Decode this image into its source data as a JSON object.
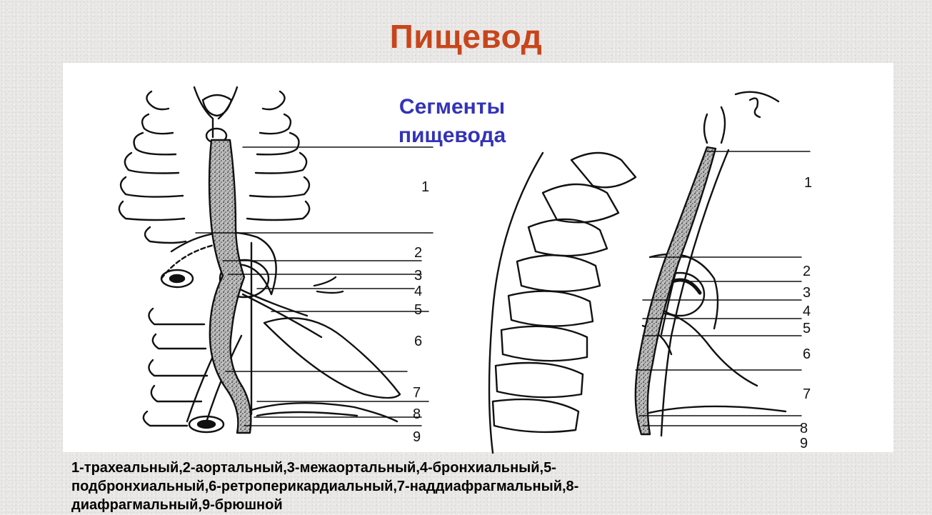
{
  "title": "Пищевод",
  "subtitle": [
    "Сегменты",
    "пищевода"
  ],
  "left_labels": [
    "1",
    "2",
    "3",
    "4",
    "5",
    "6",
    "7",
    "8",
    "9"
  ],
  "right_labels": [
    "1",
    "2",
    "3",
    "4",
    "5",
    "6",
    "7",
    "8",
    "9"
  ],
  "caption": [
    "1-трахеальный,2-аортальный,3-межаортальный,4-бронхиальный,5-",
    "подбронхиальный,6-ретроперикардиальный,7-наддиафрагмальный,8-",
    "диафрагмальный,9-брюшной"
  ]
}
